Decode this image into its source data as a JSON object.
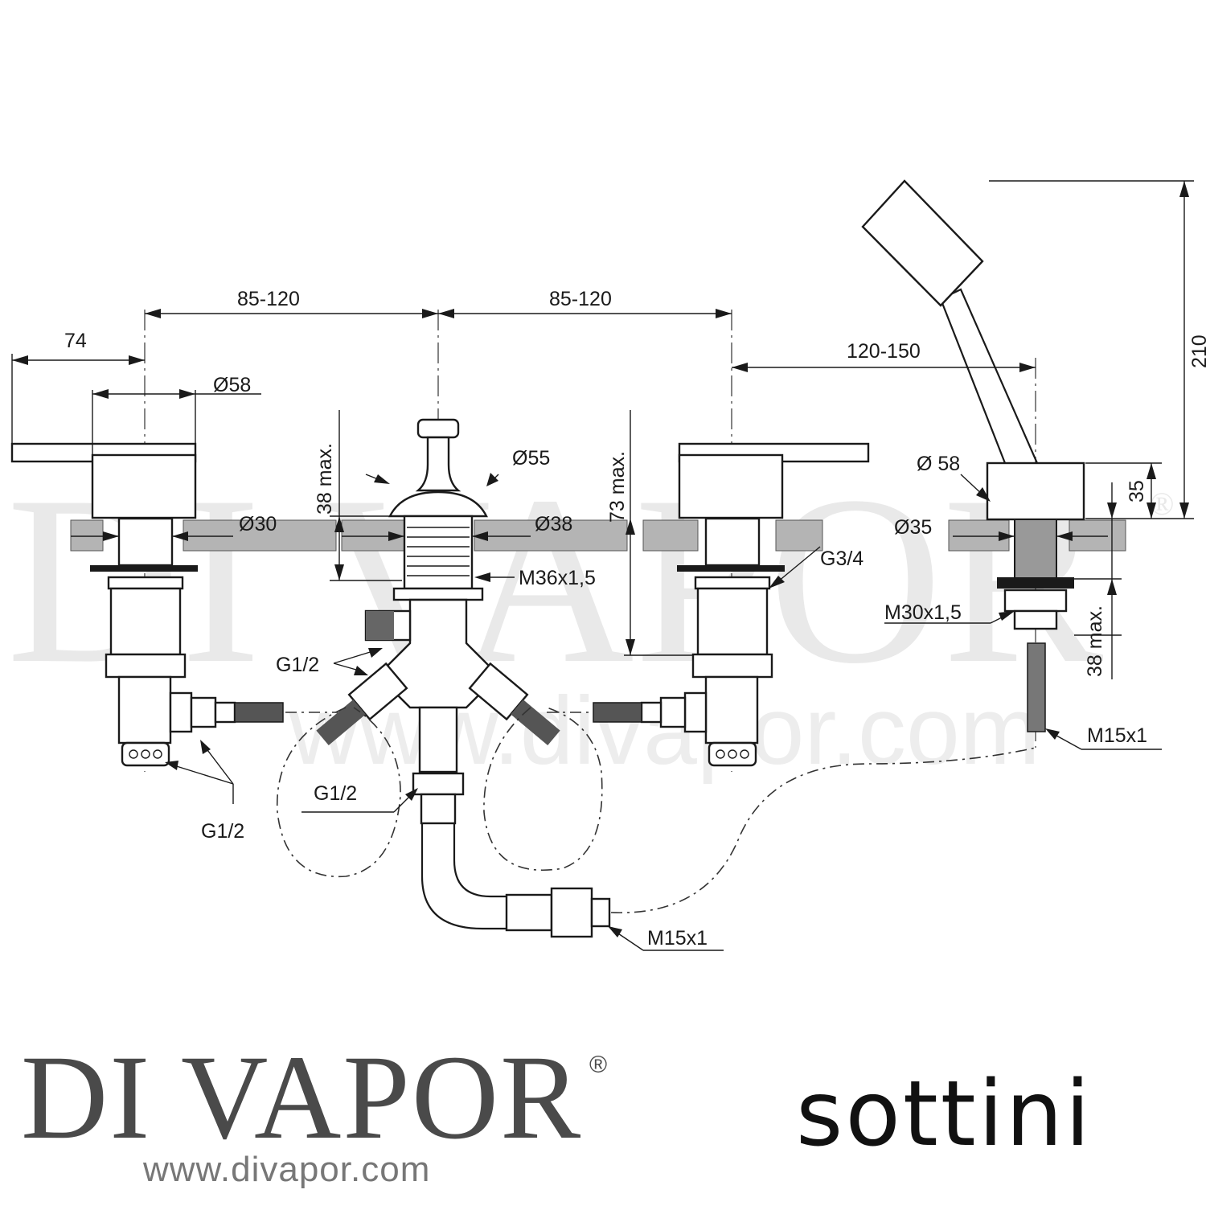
{
  "watermark": {
    "text": "DI VAPOR",
    "reg": "®",
    "url": "www.divapor.com"
  },
  "dimensions": {
    "d74": "74",
    "d85_120_left": "85-120",
    "d85_120_right": "85-120",
    "d120_150": "120-150",
    "d210": "210",
    "dia58_left": "Ø58",
    "dia30": "Ø30",
    "dia55": "Ø55",
    "dia38": "Ø38",
    "dia58_right": "Ø 58",
    "dia35": "Ø35",
    "max38_left": "38 max.",
    "max73": "73 max.",
    "max38_right": "38 max.",
    "d35": "35",
    "m36": "M36x1,5",
    "g34": "G3/4",
    "m30": "M30x1,5",
    "g12_a": "G1/2",
    "g12_b": "G1/2",
    "g12_c": "G1/2",
    "m15_a": "M15x1",
    "m15_b": "M15x1"
  },
  "branding": {
    "logo": "DI VAPOR",
    "logo_reg": "®",
    "url": "www.divapor.com",
    "manufacturer": "sottini"
  }
}
